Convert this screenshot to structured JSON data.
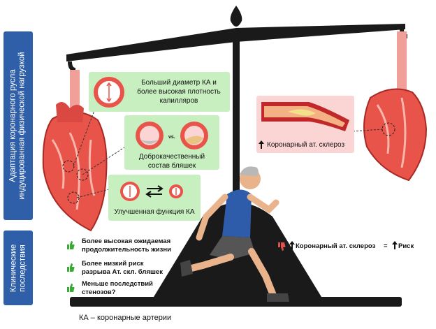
{
  "sidebar": {
    "adaptation_line1": "Адаптация коронарного русла",
    "adaptation_line2": "индуцированная физической нагрузкой",
    "clinical_line1": "Клинические",
    "clinical_line2": "последствия"
  },
  "boxes": {
    "diameter_line1": "Больший диаметр КА и",
    "diameter_line2": "более высокая плотность",
    "diameter_line3": "капилляров",
    "plaque_vs": "vs.",
    "plaque_line1": "Доброкачественный",
    "plaque_line2": "состав бляшек",
    "function_label": "Улучшенная функция КА",
    "sclerosis_label": "Коронарный ат. склероз"
  },
  "clinical": {
    "items": [
      {
        "line1": "Более высокая ожидаемая",
        "line2": "продолжительность жизни"
      },
      {
        "line1": "Более низкий риск",
        "line2": "разрыва Ат. скл. бляшек"
      },
      {
        "line1": "Меньше последствий",
        "line2": "стенозов?"
      }
    ],
    "risk_sclerosis": "Коронарный ат. склероз",
    "risk_equals": "=",
    "risk_label": "Риск"
  },
  "footnote": "КА – коронарные артерии",
  "colors": {
    "sidebar": "#2f5fa8",
    "green_box": "#c8efc0",
    "red_box": "#fbd5d4",
    "heart": "#e8534a",
    "scale": "#1a1a1a"
  }
}
